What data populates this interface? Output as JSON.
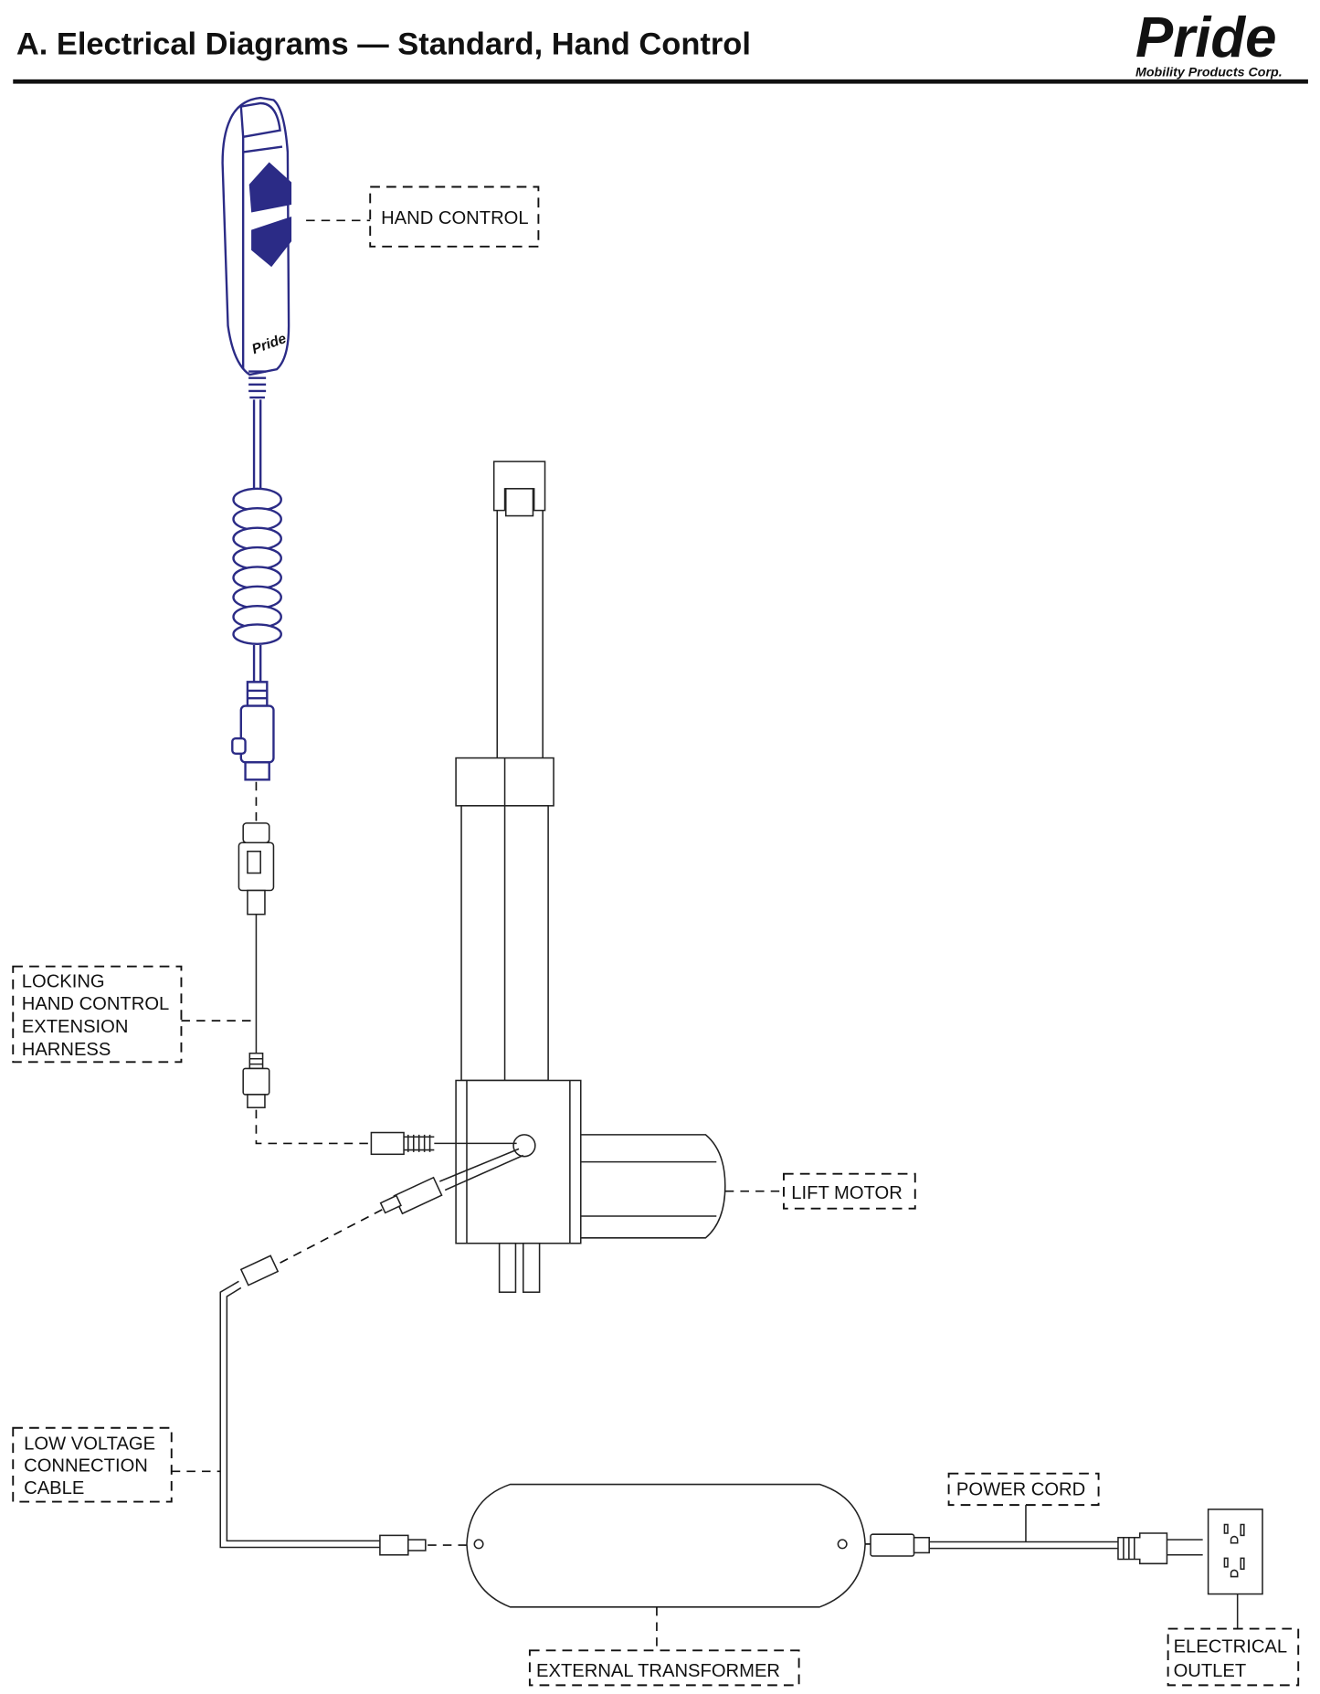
{
  "header": {
    "title": "A. Electrical Diagrams — Standard, Hand Control",
    "logo_brand": "Pride",
    "logo_sub": "Mobility Products Corp."
  },
  "device_logo": "Pride",
  "labels": {
    "hand_control": "HAND CONTROL",
    "extension_harness": [
      "LOCKING",
      "HAND CONTROL",
      "EXTENSION",
      "HARNESS"
    ],
    "lift_motor": "LIFT MOTOR",
    "low_voltage_cable": [
      "LOW VOLTAGE",
      "CONNECTION",
      "CABLE"
    ],
    "power_cord": "POWER CORD",
    "external_transformer": "EXTERNAL TRANSFORMER",
    "electrical_outlet": [
      "ELECTRICAL",
      "OUTLET"
    ]
  },
  "colors": {
    "hand_control": "#2b2b86",
    "ink": "#111111"
  }
}
